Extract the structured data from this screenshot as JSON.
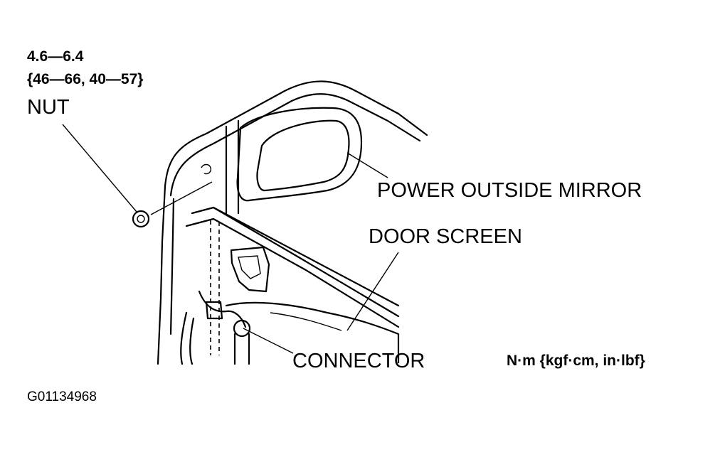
{
  "labels": {
    "torque_line1": "4.6—6.4",
    "torque_line2": "{46—66, 40—57}",
    "nut": "NUT",
    "mirror": "POWER OUTSIDE MIRROR",
    "door_screen": "DOOR SCREEN",
    "connector": "CONNECTOR",
    "units": "N·m {kgf·cm, in·lbf}",
    "figure_code": "G01134968"
  },
  "colors": {
    "ink": "#000000",
    "background": "#ffffff"
  }
}
